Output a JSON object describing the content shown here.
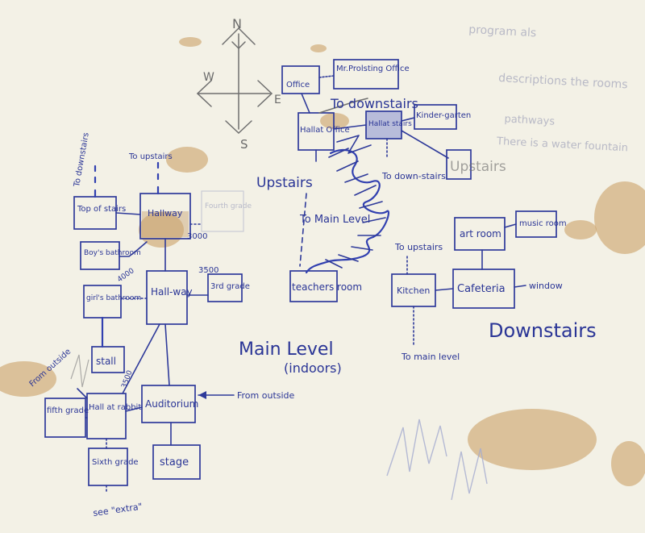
{
  "compass": {
    "n": "N",
    "w": "W",
    "e": "E",
    "s": "S"
  },
  "titles": {
    "main_level_line1": "Main Level",
    "main_level_line2": "(indoors)",
    "downstairs": "Downstairs",
    "upstairs": "Upstairs"
  },
  "main_level": {
    "to_downstairs": "To downstairs",
    "to_upstairs": "To upstairs",
    "top_of_stairs": "Top of stairs",
    "hallway_top": "Hallway",
    "fourth_grade_faint": "Fourth grade",
    "boys_bathroom": "Boy's bathroom",
    "girls_bathroom": "girl's bathroom",
    "hallway_mid": "Hall-way",
    "third_grade": "3rd grade",
    "stall": "stall",
    "from_outside_left": "From outside",
    "hall_at_rabbit": "Hall at rabbit",
    "fifth_grade": "fifth grade",
    "auditorium": "Auditorium",
    "from_outside_right": "From outside",
    "sixth_grade": "Sixth grade",
    "stage": "stage",
    "see_extra": "see \"extra\"",
    "num_3500_top": "3500",
    "num_3000": "3000",
    "num_4000": "4000",
    "num_3500_bottom": "3500"
  },
  "upstairs": {
    "office": "Office",
    "mr_office": "Mr.Prolsting Office",
    "to_downstairs_top": "To downstairs",
    "hallat_office": "Hallat Office",
    "hallat_stairs": "Hallat stairs",
    "kindergarten": "Kinder-garten",
    "to_downstairs_mid": "To down-stairs",
    "to_main_level": "To Main Level",
    "teachers_room": "teachers room"
  },
  "downstairs": {
    "to_upstairs": "To upstairs",
    "art_room": "art room",
    "music_room": "music room",
    "kitchen": "Kitchen",
    "cafeteria": "Cafeteria",
    "window": "window",
    "to_main_level": "To main level"
  },
  "bleed_through": [
    "program als",
    "descriptions the rooms",
    "pathways",
    "There is a water fountain"
  ]
}
